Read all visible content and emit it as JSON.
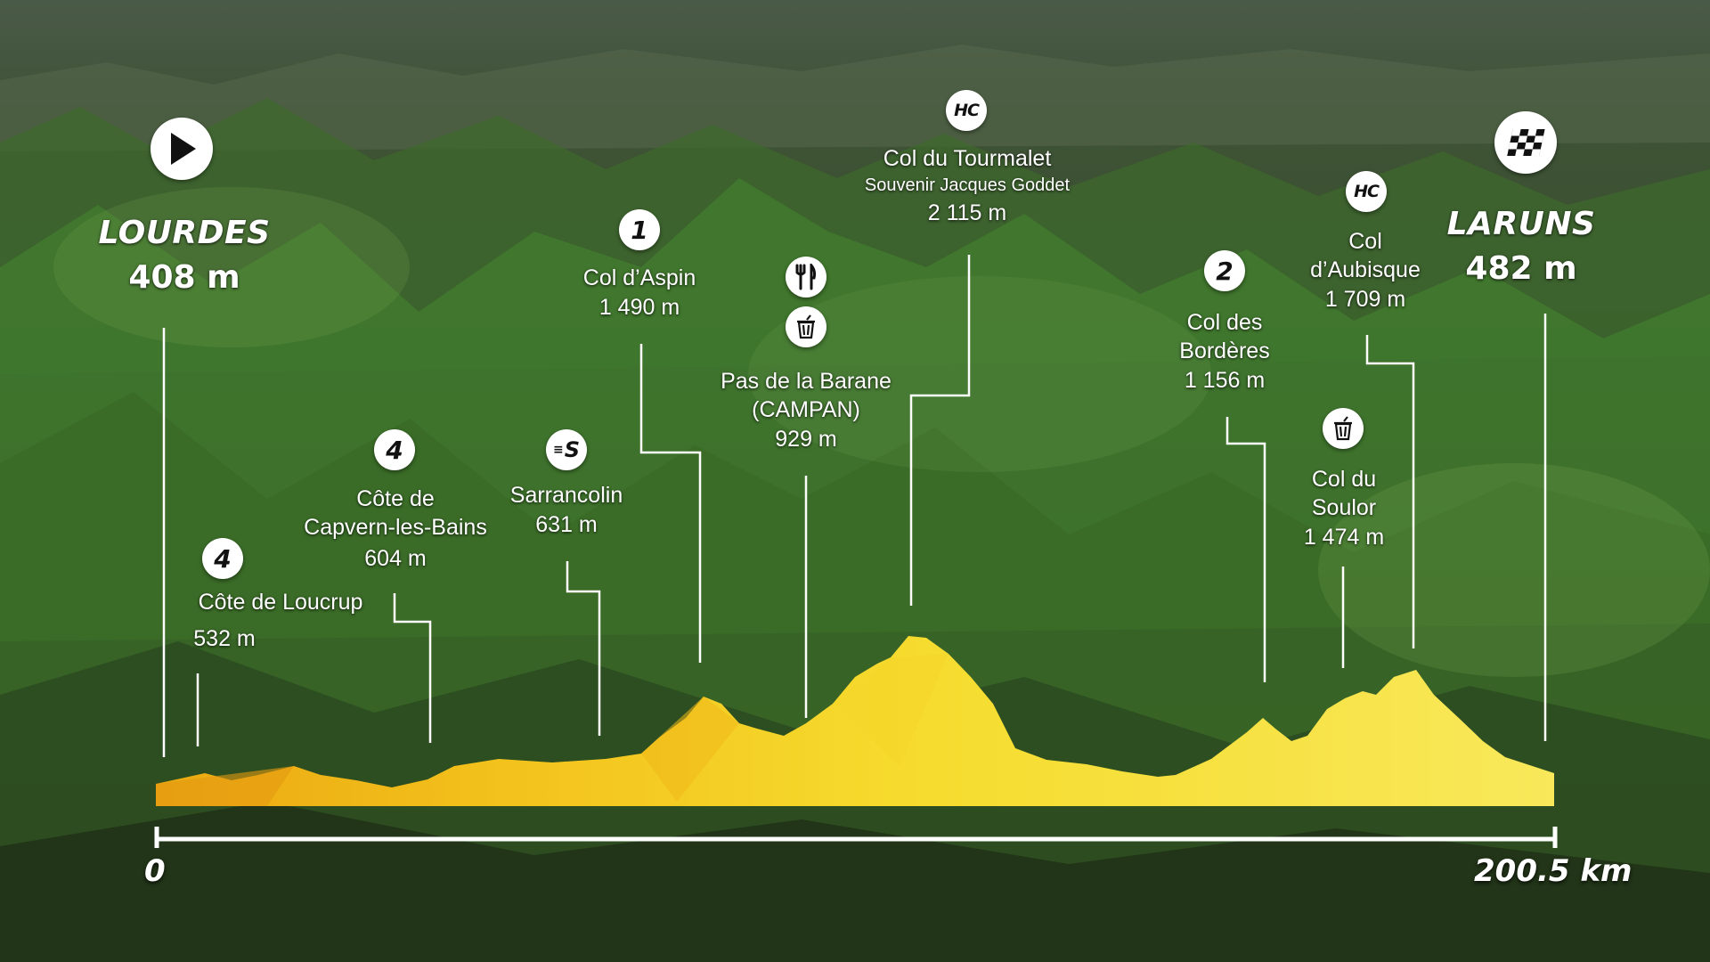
{
  "start": {
    "name": "LOURDES",
    "altitude": "408 m",
    "icon": "play-icon"
  },
  "finish": {
    "name": "LARUNS",
    "altitude": "482 m",
    "icon": "checkered-flag-icon"
  },
  "climbs": [
    {
      "category": "4",
      "name": "Côte de Loucrup",
      "altitude": "532 m"
    },
    {
      "category": "4",
      "name_lines": [
        "Côte de",
        "Capvern-les-Bains"
      ],
      "altitude": "604 m"
    },
    {
      "name": "Sarrancolin",
      "altitude": "631 m",
      "icon": "sprint-icon",
      "badge": "S"
    },
    {
      "category": "1",
      "name": "Col d’Aspin",
      "altitude": "1 490 m"
    },
    {
      "name_lines": [
        "Pas de la Barane",
        "(CAMPAN)"
      ],
      "altitude": "929 m",
      "icons": [
        "feed-zone-icon",
        "waste-zone-icon"
      ]
    },
    {
      "category": "HC",
      "name": "Col du Tourmalet",
      "subtitle": "Souvenir Jacques Goddet",
      "altitude": "2 115 m"
    },
    {
      "category": "2",
      "name_lines": [
        "Col des",
        "Bordères"
      ],
      "altitude": "1 156 m"
    },
    {
      "name_lines": [
        "Col du",
        "Soulor"
      ],
      "altitude": "1 474 m",
      "icon": "waste-zone-icon"
    },
    {
      "category": "HC",
      "name_lines": [
        "Col",
        "d’Aubisque"
      ],
      "altitude": "1 709 m"
    }
  ],
  "axis": {
    "start_label": "0",
    "end_label": "200.5 km"
  },
  "colors": {
    "profile_light": "#f5e34a",
    "profile_mid": "#f2cc1c",
    "profile_dark": "#eba812",
    "text": "#ffffff"
  }
}
